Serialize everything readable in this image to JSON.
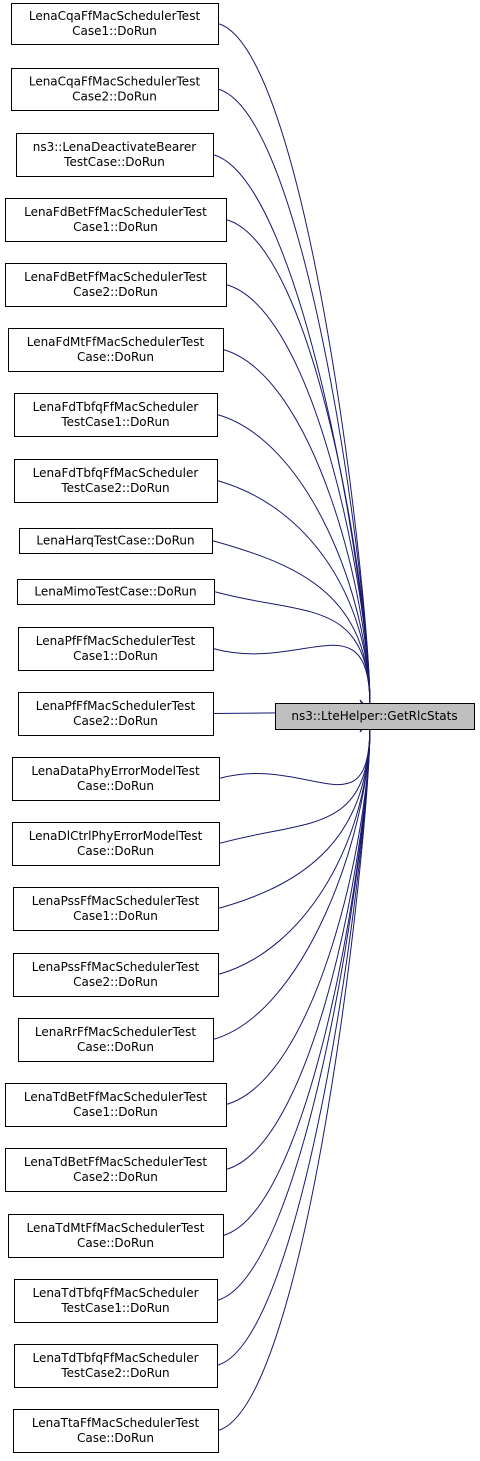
{
  "target": {
    "id": "ns3-ltehelper-getrlcstats",
    "lines": [
      "ns3::LteHelper::GetRlcStats"
    ]
  },
  "callers": [
    {
      "id": "lenacqa-1",
      "lines": [
        "LenaCqaFfMacSchedulerTest",
        "Case1::DoRun"
      ]
    },
    {
      "id": "lenacqa-2",
      "lines": [
        "LenaCqaFfMacSchedulerTest",
        "Case2::DoRun"
      ]
    },
    {
      "id": "lenadeactivate",
      "lines": [
        "ns3::LenaDeactivateBearer",
        "TestCase::DoRun"
      ]
    },
    {
      "id": "lenafdbet-1",
      "lines": [
        "LenaFdBetFfMacSchedulerTest",
        "Case1::DoRun"
      ]
    },
    {
      "id": "lenafdbet-2",
      "lines": [
        "LenaFdBetFfMacSchedulerTest",
        "Case2::DoRun"
      ]
    },
    {
      "id": "lenafdmt",
      "lines": [
        "LenaFdMtFfMacSchedulerTest",
        "Case::DoRun"
      ]
    },
    {
      "id": "lenafdtbfq-1",
      "lines": [
        "LenaFdTbfqFfMacScheduler",
        "TestCase1::DoRun"
      ]
    },
    {
      "id": "lenafdtbfq-2",
      "lines": [
        "LenaFdTbfqFfMacScheduler",
        "TestCase2::DoRun"
      ]
    },
    {
      "id": "lenaharq",
      "lines": [
        "LenaHarqTestCase::DoRun"
      ]
    },
    {
      "id": "lenamimo",
      "lines": [
        "LenaMimoTestCase::DoRun"
      ]
    },
    {
      "id": "lenapf-1",
      "lines": [
        "LenaPfFfMacSchedulerTest",
        "Case1::DoRun"
      ]
    },
    {
      "id": "lenapf-2",
      "lines": [
        "LenaPfFfMacSchedulerTest",
        "Case2::DoRun"
      ]
    },
    {
      "id": "lenadataphy",
      "lines": [
        "LenaDataPhyErrorModelTest",
        "Case::DoRun"
      ]
    },
    {
      "id": "lenadlctrl",
      "lines": [
        "LenaDlCtrlPhyErrorModelTest",
        "Case::DoRun"
      ]
    },
    {
      "id": "lenapss-1",
      "lines": [
        "LenaPssFfMacSchedulerTest",
        "Case1::DoRun"
      ]
    },
    {
      "id": "lenapss-2",
      "lines": [
        "LenaPssFfMacSchedulerTest",
        "Case2::DoRun"
      ]
    },
    {
      "id": "lenarr",
      "lines": [
        "LenaRrFfMacSchedulerTest",
        "Case::DoRun"
      ]
    },
    {
      "id": "lenatdbet-1",
      "lines": [
        "LenaTdBetFfMacSchedulerTest",
        "Case1::DoRun"
      ]
    },
    {
      "id": "lenatdbet-2",
      "lines": [
        "LenaTdBetFfMacSchedulerTest",
        "Case2::DoRun"
      ]
    },
    {
      "id": "lenatdmt",
      "lines": [
        "LenaTdMtFfMacSchedulerTest",
        "Case::DoRun"
      ]
    },
    {
      "id": "lenatdtbfq-1",
      "lines": [
        "LenaTdTbfqFfMacScheduler",
        "TestCase1::DoRun"
      ]
    },
    {
      "id": "lenatdtbfq-2",
      "lines": [
        "LenaTdTbfqFfMacScheduler",
        "TestCase2::DoRun"
      ]
    },
    {
      "id": "lenatta",
      "lines": [
        "LenaTtaFfMacSchedulerTest",
        "Case::DoRun"
      ]
    }
  ],
  "colors": {
    "edge": "#191970",
    "target_fill": "#bfbfbf",
    "node_stroke": "#000000"
  }
}
